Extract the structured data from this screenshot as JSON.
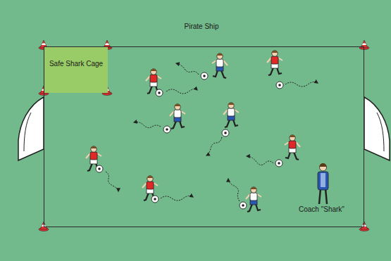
{
  "diagram": {
    "nodes": [
      {
        "text": [
          "Pirate Ship"
        ]
      },
      {
        "text": [
          "Safe Shark Cage"
        ],
        "in": 0
      }
    ],
    "labels": [
      "Coach \"Shark\""
    ]
  }
}
